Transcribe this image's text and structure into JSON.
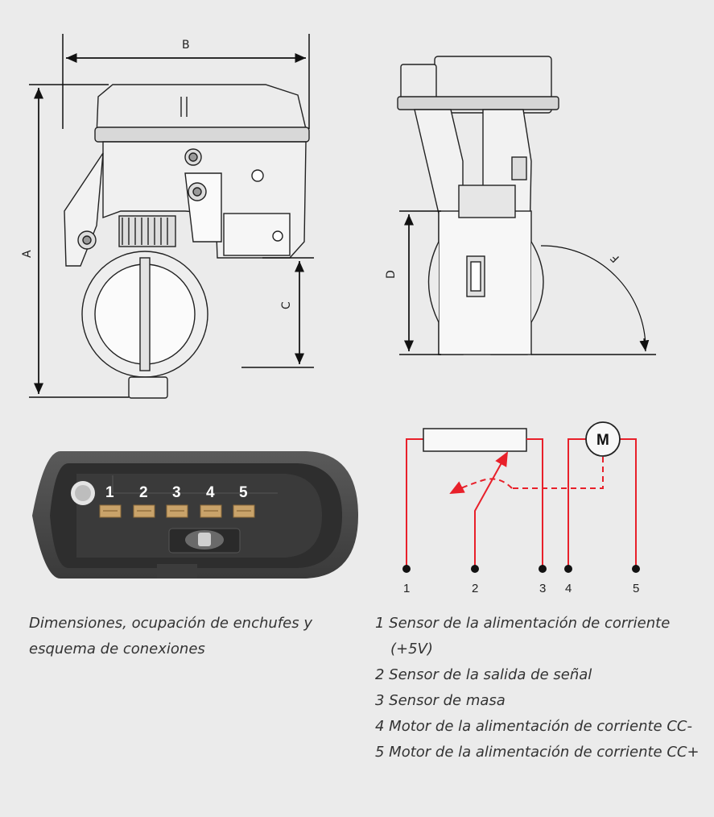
{
  "dimensions": {
    "a": "A",
    "b": "B",
    "c": "C",
    "d": "D",
    "f": "F"
  },
  "connector": {
    "pins": [
      "1",
      "2",
      "3",
      "4",
      "5"
    ]
  },
  "circuit": {
    "motor_label": "M",
    "terminals": [
      "1",
      "2",
      "3",
      "4",
      "5"
    ]
  },
  "caption": {
    "line1": "Dimensiones, ocupación de enchufes y",
    "line2": "esquema de conexiones"
  },
  "legend": {
    "items": [
      "1 Sensor de la alimentación de corriente (+5V)",
      "2 Sensor de la salida de señal",
      "3 Sensor de masa",
      "4 Motor de la alimentación de corriente CC-",
      "5 Motor de la alimentación de corriente CC+"
    ]
  },
  "colors": {
    "background": "#ebebeb",
    "wire": "#e8202a",
    "housing": "#4a4a4a",
    "pin": "#c9a36a"
  }
}
